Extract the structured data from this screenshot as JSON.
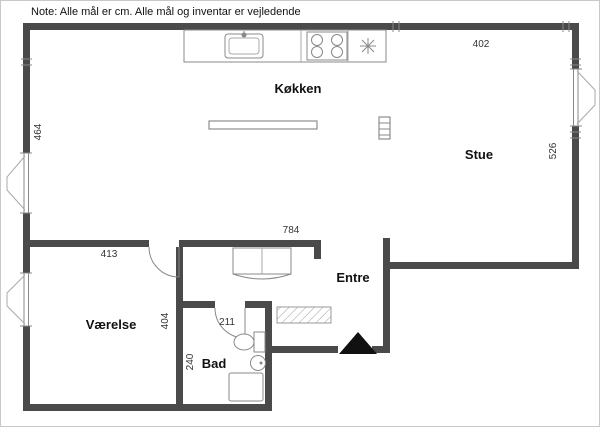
{
  "note": "Note: Alle mål er cm. Alle mål og inventar er vejledende",
  "rooms": {
    "kitchen": {
      "label": "Køkken"
    },
    "living": {
      "label": "Stue"
    },
    "bedroom": {
      "label": "Værelse"
    },
    "bath": {
      "label": "Bad"
    },
    "entry": {
      "label": "Entre"
    }
  },
  "dimensions": {
    "top_right": "402",
    "left_outer": "464",
    "right_outer": "526",
    "mid_span": "784",
    "bedroom_width": "413",
    "bedroom_height": "404",
    "bath_width": "211",
    "bath_height": "240"
  },
  "colors": {
    "wall": "#4a4a4a",
    "fixture_line": "#888888",
    "entrance_arrow": "#111111",
    "background": "#ffffff"
  }
}
